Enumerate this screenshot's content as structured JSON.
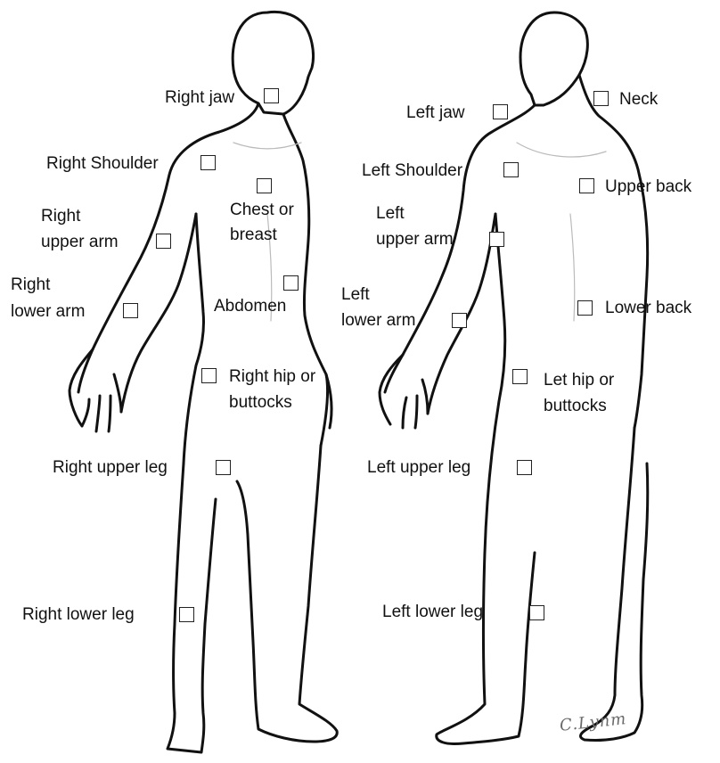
{
  "colors": {
    "outline": "#111111",
    "box": "#222222",
    "background": "#ffffff"
  },
  "labels": {
    "right_jaw": "Right jaw",
    "right_shoulder": "Right Shoulder",
    "chest_line1": "Chest or",
    "chest_line2": "breast",
    "right_upper_arm_line1": "Right",
    "right_upper_arm_line2": "upper  arm",
    "right_lower_arm_line1": "Right",
    "right_lower_arm_line2": "lower  arm",
    "abdomen": "Abdomen",
    "right_hip_line1": "Right hip or",
    "right_hip_line2": "buttocks",
    "right_upper_leg": "Right upper  leg",
    "right_lower_leg": "Right lower  leg",
    "left_jaw": "Left jaw",
    "neck": "Neck",
    "left_shoulder": "Left Shoulder",
    "upper_back": "Upper back",
    "left_upper_arm_line1": "Left",
    "left_upper_arm_line2": "upper  arm",
    "left_lower_arm_line1": "Left",
    "left_lower_arm_line2": "lower  arm",
    "lower_back": "Lower back",
    "left_hip_line1": "Let hip or",
    "left_hip_line2": "buttocks",
    "left_upper_leg": "Left upper  leg",
    "left_lower_leg": "Left lower  leg"
  },
  "checkboxes": {
    "right_jaw": false,
    "right_shoulder": false,
    "chest": false,
    "right_upper_arm": false,
    "right_lower_arm": false,
    "abdomen": false,
    "right_hip": false,
    "right_upper_leg": false,
    "right_lower_leg": false,
    "left_jaw": false,
    "neck": false,
    "left_shoulder": false,
    "upper_back": false,
    "left_upper_arm": false,
    "left_lower_arm": false,
    "lower_back": false,
    "left_hip": false,
    "left_upper_leg": false,
    "left_lower_leg": false
  },
  "signature": "C.Lynm"
}
